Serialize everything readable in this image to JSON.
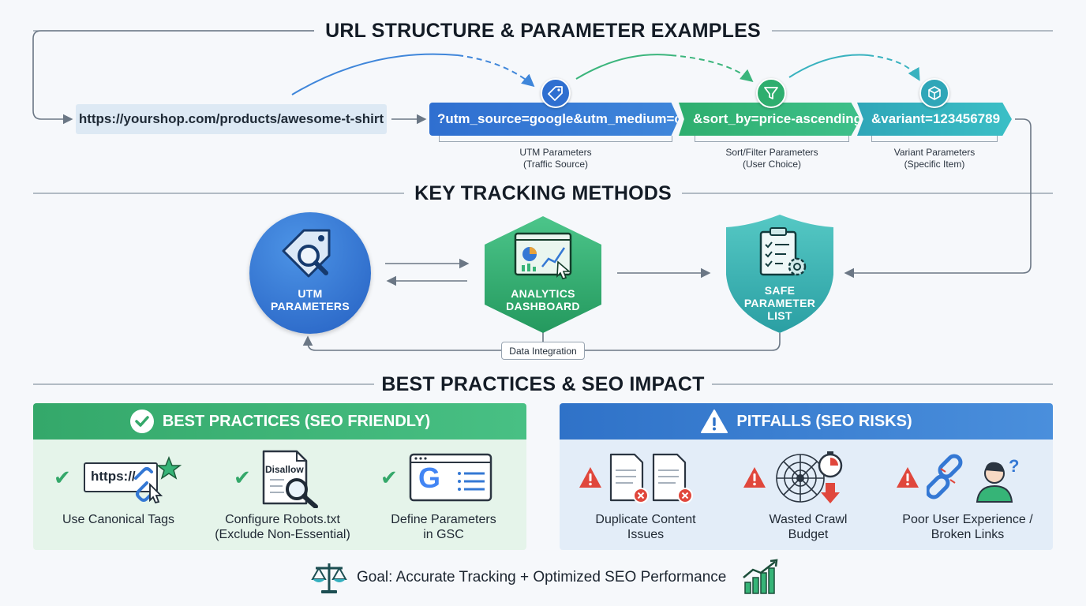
{
  "titles": {
    "url_structure": "URL STRUCTURE & PARAMETER EXAMPLES",
    "tracking_methods": "KEY TRACKING METHODS",
    "best_practices": "BEST PRACTICES & SEO IMPACT"
  },
  "url": {
    "base": "https://yourshop.com/products/awesome-t-shirt",
    "segments": [
      {
        "text": "?utm_source=google&utm_medium=cpc",
        "label_line1": "UTM Parameters",
        "label_line2": "(Traffic Source)",
        "icon": "tag-icon",
        "color": "#3478d4"
      },
      {
        "text": "&sort_by=price-ascending",
        "label_line1": "Sort/Filter Parameters",
        "label_line2": "(User Choice)",
        "icon": "filter-icon",
        "color": "#36b477"
      },
      {
        "text": "&variant=123456789",
        "label_line1": "Variant Parameters",
        "label_line2": "(Specific Item)",
        "icon": "box-icon",
        "color": "#35b0bf"
      }
    ]
  },
  "methods": {
    "utm": {
      "line1": "UTM",
      "line2": "PARAMETERS",
      "icon": "tag-search-icon"
    },
    "analytics": {
      "line1": "ANALYTICS",
      "line2": "DASHBOARD",
      "icon": "dashboard-icon"
    },
    "safe": {
      "line1": "SAFE",
      "line2": "PARAMETER",
      "line3": "LIST",
      "icon": "clipboard-gear-icon"
    },
    "integration_label": "Data Integration"
  },
  "best_practices": {
    "header": "BEST PRACTICES (SEO FRIENDLY)",
    "items": [
      {
        "line1": "Use Canonical Tags",
        "line2": "",
        "icon": "canonical-link-icon",
        "icon_text": "https://"
      },
      {
        "line1": "Configure Robots.txt",
        "line2": "(Exclude Non-Essential)",
        "icon": "robots-file-icon",
        "icon_text": "Disallow"
      },
      {
        "line1": "Define Parameters",
        "line2": "in GSC",
        "icon": "google-search-console-icon",
        "icon_text": "G"
      }
    ]
  },
  "pitfalls": {
    "header": "PITFALLS (SEO RISKS)",
    "items": [
      {
        "line1": "Duplicate Content",
        "line2": "Issues",
        "icon": "duplicate-docs-icon"
      },
      {
        "line1": "Wasted Crawl",
        "line2": "Budget",
        "icon": "spider-web-icon"
      },
      {
        "line1": "Poor User Experience /",
        "line2": "Broken Links",
        "icon": "broken-link-icon"
      }
    ]
  },
  "goal": "Goal: Accurate Tracking + Optimized SEO Performance",
  "colors": {
    "blue": "#3478d4",
    "green": "#36b477",
    "teal": "#35b0bf",
    "warning": "#e0473c"
  }
}
